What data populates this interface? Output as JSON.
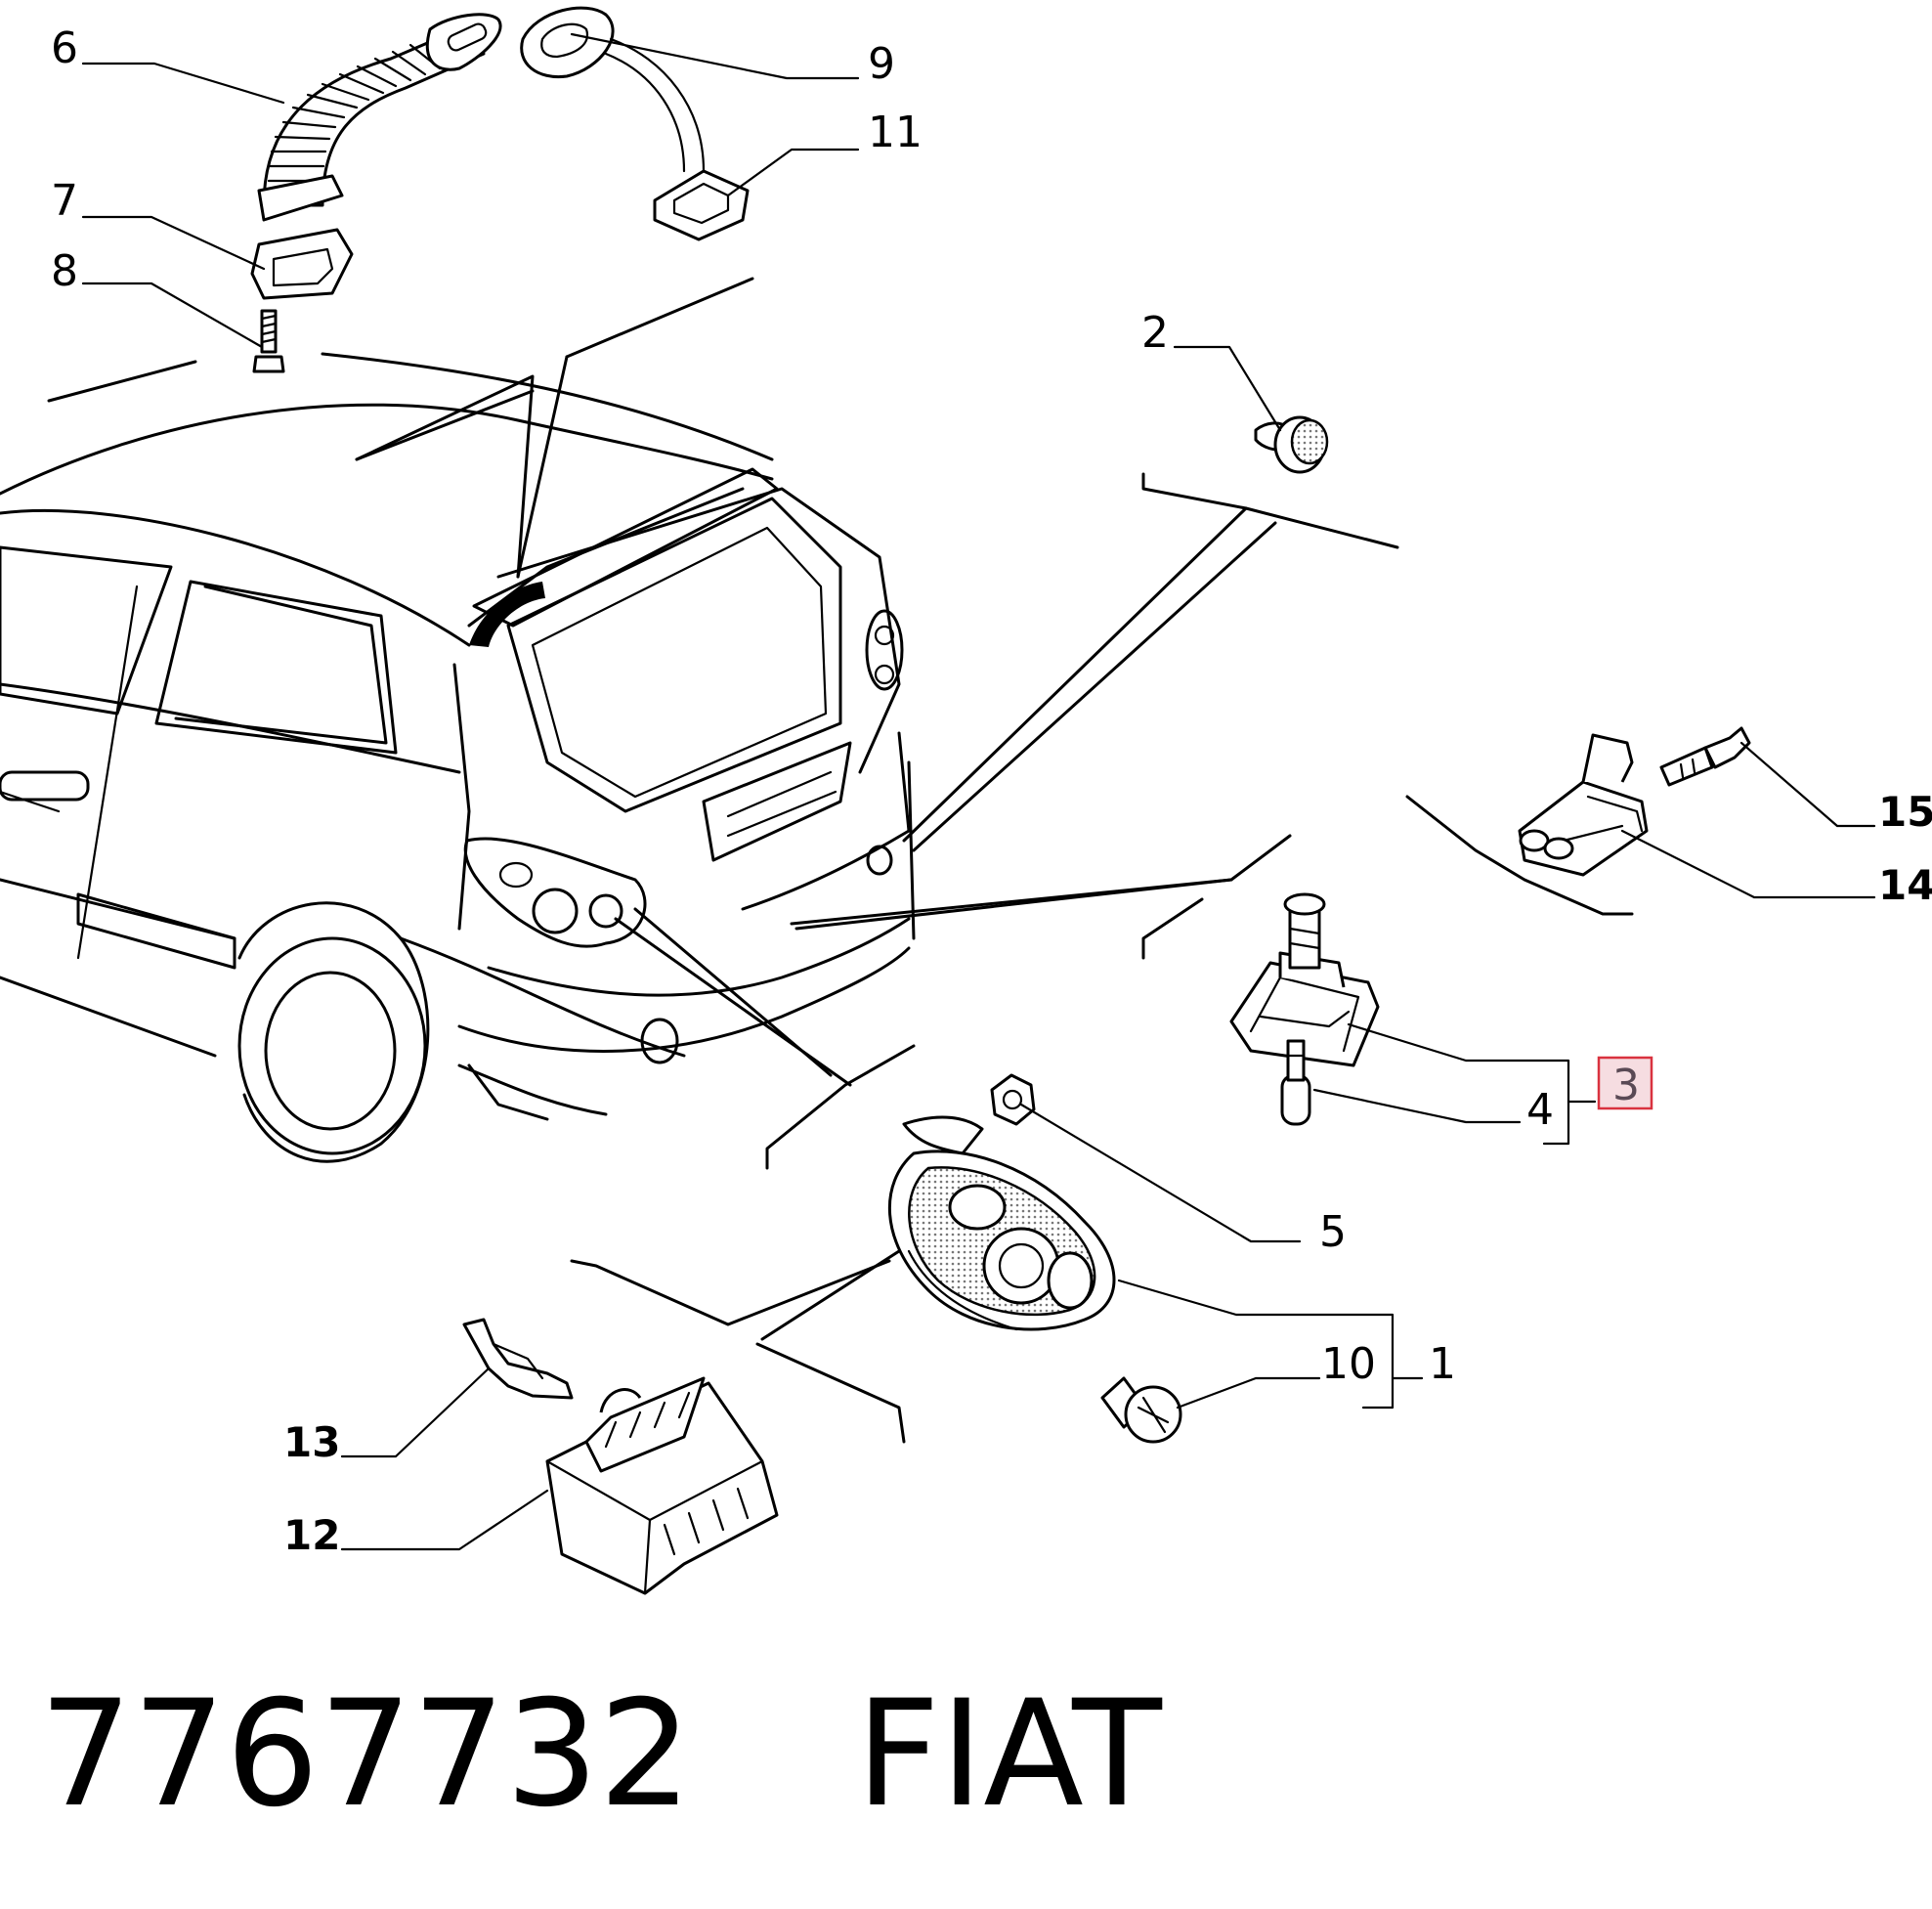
{
  "diagram": {
    "callouts": [
      "1",
      "2",
      "3",
      "4",
      "5",
      "6",
      "7",
      "8",
      "9",
      "10",
      "11",
      "12",
      "13",
      "14",
      "15"
    ],
    "highlighted_callout": "3"
  },
  "caption": {
    "part_number": "7767732",
    "brand": "FIAT"
  }
}
